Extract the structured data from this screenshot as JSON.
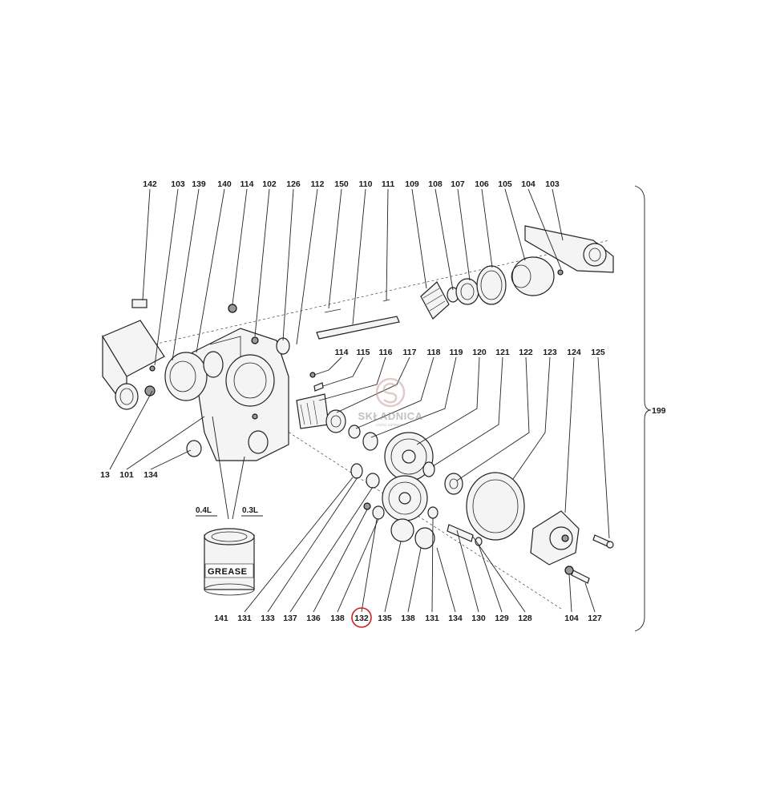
{
  "labels_top": [
    "142",
    "103",
    "139",
    "140",
    "114",
    "102",
    "126",
    "112",
    "150",
    "110",
    "111",
    "109",
    "108",
    "107",
    "106",
    "105",
    "104",
    "103"
  ],
  "labels_mid": [
    "114",
    "115",
    "116",
    "117",
    "118",
    "119",
    "120",
    "121",
    "122",
    "123",
    "124",
    "125"
  ],
  "labels_left": [
    "13",
    "101",
    "134"
  ],
  "labels_bottom": [
    "141",
    "131",
    "133",
    "137",
    "136",
    "138",
    "132",
    "135",
    "138",
    "131",
    "134",
    "130",
    "129",
    "128",
    "104",
    "127"
  ],
  "highlighted_label": "132",
  "highlight_color": "#cc2020",
  "assembly_label": "199",
  "oil_volume_left": "0.4L",
  "oil_volume_right": "0.3L",
  "grease_can_text": "GREASE",
  "watermark": {
    "brand": "SKŁADNICA",
    "tagline": "części zamienne",
    "color": "#c8a0a0"
  }
}
